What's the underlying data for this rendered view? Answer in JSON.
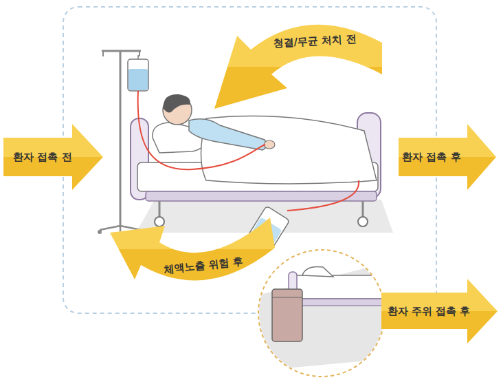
{
  "diagram": {
    "nodes": [
      {
        "text": [
          "청결/무균 처치 전"
        ]
      },
      {
        "text": [
          "환자 접촉 전"
        ]
      },
      {
        "text": [
          "환자 접촉 후"
        ]
      },
      {
        "text": [
          "체액노출 위험 후"
        ]
      },
      {
        "text": [
          "환자 주위 접촉 후"
        ]
      }
    ]
  }
}
